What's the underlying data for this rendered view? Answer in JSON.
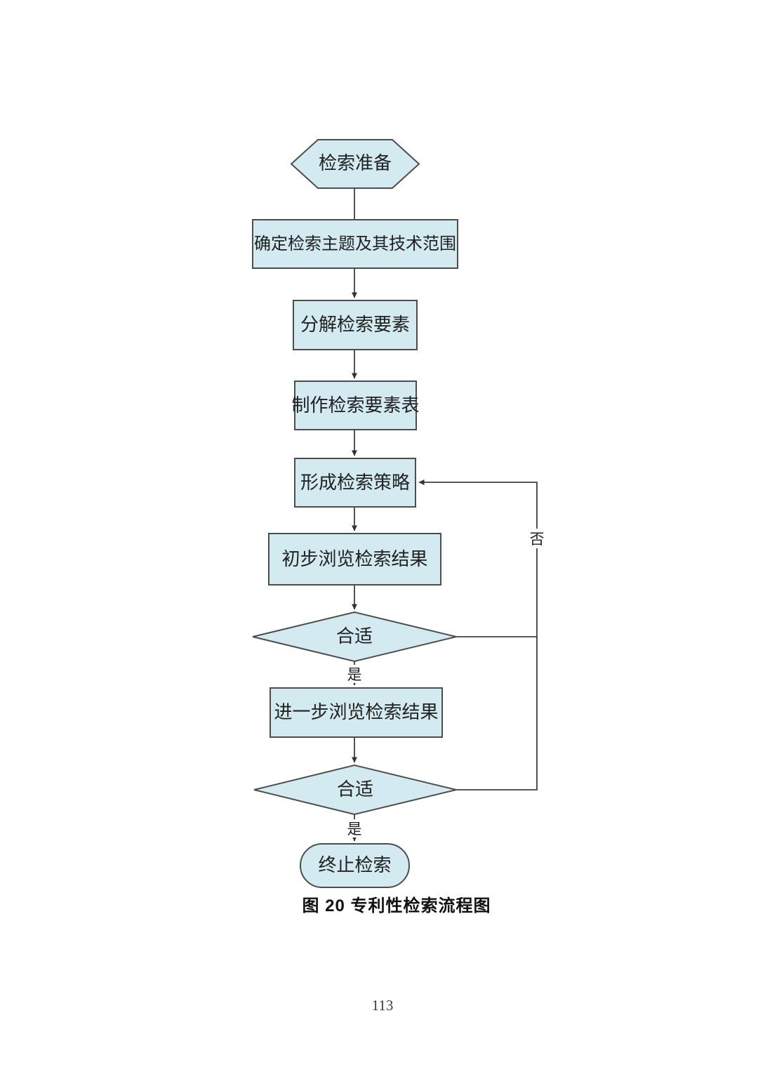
{
  "page": {
    "caption": "图 20 专利性检索流程图",
    "number": "113"
  },
  "flowchart": {
    "colors": {
      "node_fill": "#d2eaf0",
      "node_stroke": "#4d4d4d",
      "connector": "#404040"
    },
    "nodes": [
      {
        "id": "prepare",
        "type": "preparation-hexagon",
        "label": "检索准备"
      },
      {
        "id": "topic",
        "type": "process",
        "label": "确定检索主题及其技术范围"
      },
      {
        "id": "decompose",
        "type": "process",
        "label": "分解检索要素"
      },
      {
        "id": "table",
        "type": "process",
        "label": "制作检索要素表"
      },
      {
        "id": "strategy",
        "type": "process",
        "label": "形成检索策略"
      },
      {
        "id": "preview",
        "type": "process",
        "label": "初步浏览检索结果"
      },
      {
        "id": "decision1",
        "type": "decision",
        "label": "合适"
      },
      {
        "id": "further",
        "type": "process",
        "label": "进一步浏览检索结果"
      },
      {
        "id": "decision2",
        "type": "decision",
        "label": "合适"
      },
      {
        "id": "terminate",
        "type": "terminator",
        "label": "终止检索"
      }
    ],
    "edge_labels": {
      "yes1": "是",
      "yes2": "是",
      "no": "否"
    }
  }
}
